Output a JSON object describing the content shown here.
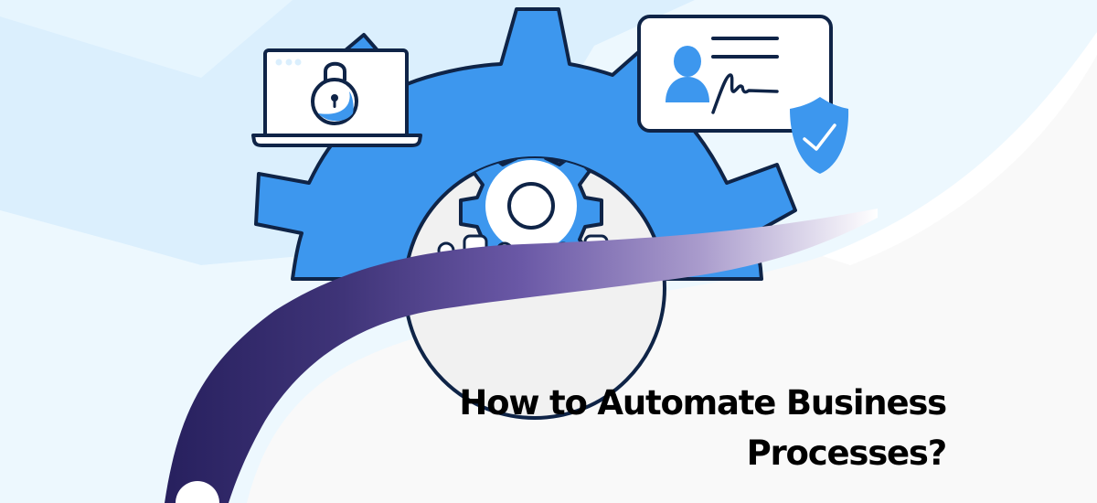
{
  "banner": {
    "title_line1": "How to Automate Business",
    "title_line2": "Processes?",
    "title_full": "How to Automate Business Processes?"
  },
  "illustration": {
    "elements": [
      {
        "name": "large-gear",
        "icon": "gear-icon"
      },
      {
        "name": "small-gear",
        "icon": "gear-icon"
      },
      {
        "name": "laptop",
        "icon": "laptop-icon"
      },
      {
        "name": "padlock",
        "icon": "lock-icon"
      },
      {
        "name": "id-card",
        "icon": "id-card-icon"
      },
      {
        "name": "user-avatar",
        "icon": "user-icon"
      },
      {
        "name": "signature",
        "icon": "signature-icon"
      },
      {
        "name": "shield",
        "icon": "shield-check-icon"
      }
    ]
  },
  "colors": {
    "background_light": "#edf8fe",
    "background_band": "#dbeffd",
    "gear_blue": "#3d97ee",
    "outline_navy": "#0f2447",
    "inner_circle": "#f1f1f1",
    "swoosh_start": "#27205e",
    "swoosh_mid": "#6a58a6",
    "swoosh_end": "#ffffff",
    "lower_panel": "#f9f9f9",
    "title_text": "#000000"
  }
}
